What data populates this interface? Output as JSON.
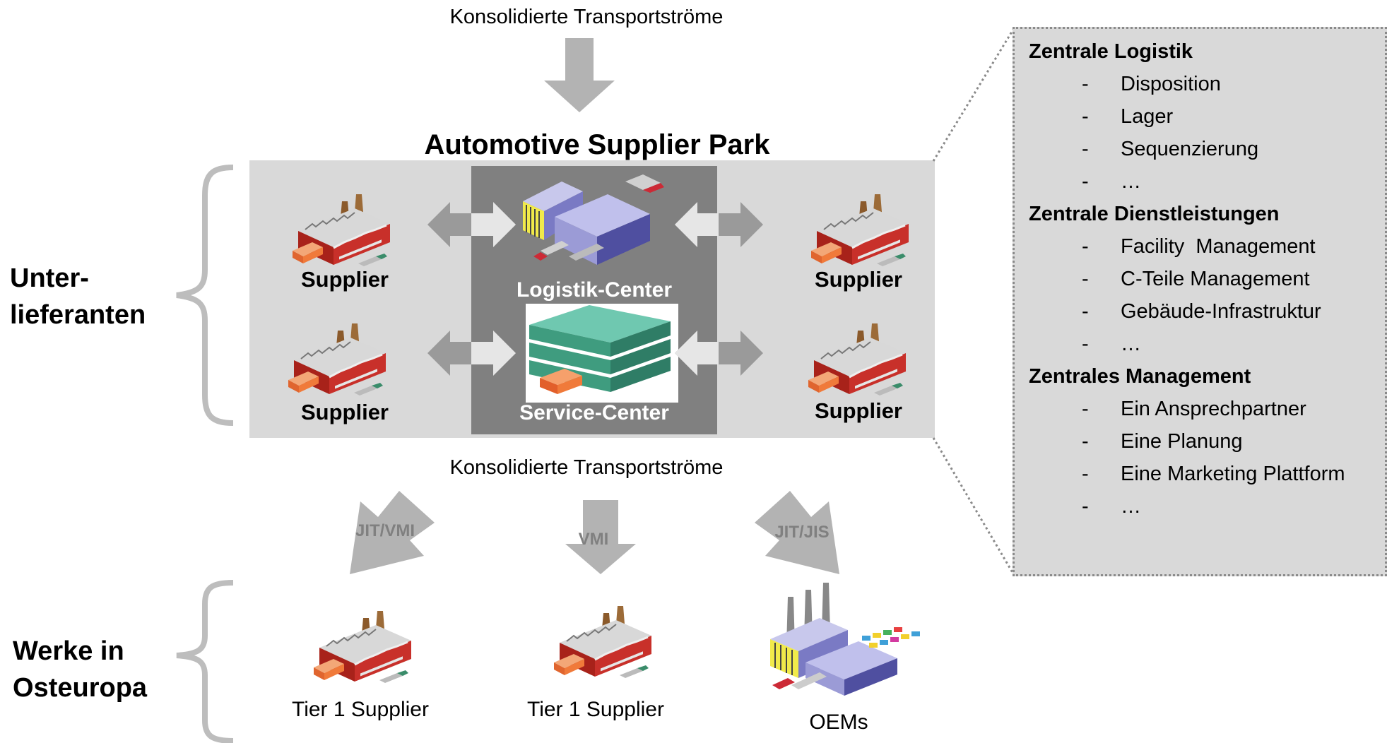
{
  "flows": {
    "top": "Konsolidierte Transportströme",
    "middle": "Konsolidierte Transportströme"
  },
  "park": {
    "title": "Automotive Supplier Park",
    "logistics_center": "Logistik-Center",
    "service_center": "Service-Center",
    "suppliers": [
      "Supplier",
      "Supplier",
      "Supplier",
      "Supplier"
    ]
  },
  "groups": {
    "sub_suppliers": "Unter-\nlieferanten",
    "plants": "Werke in\nOsteuropa"
  },
  "delivery": {
    "left": "JIT/VMI",
    "middle": "VMI",
    "right": "JIT/JIS"
  },
  "plants": [
    "Tier 1 Supplier",
    "Tier 1 Supplier",
    "OEMs"
  ],
  "info_panel": {
    "sections": [
      {
        "title": "Zentrale Logistik",
        "items": [
          "Disposition",
          "Lager",
          "Sequenzierung",
          "…"
        ]
      },
      {
        "title": "Zentrale Dienstleistungen",
        "items": [
          "Facility  Management",
          "C-Teile Management",
          "Gebäude-Infrastruktur",
          "…"
        ]
      },
      {
        "title": "Zentrales Management",
        "items": [
          "Ein Ansprechpartner",
          "Eine Planung",
          "Eine Marketing Plattform",
          "…"
        ]
      }
    ],
    "dash": "-"
  },
  "colors": {
    "park_bg": "#d9d9d9",
    "center_bg": "#808080",
    "arrow_gray": "#b3b3b3",
    "arrow_dark": "#9a9a9a",
    "factory_red": "#c0281e",
    "building_purple": "#9b9bd6",
    "stack_green": "#3a9c80"
  }
}
